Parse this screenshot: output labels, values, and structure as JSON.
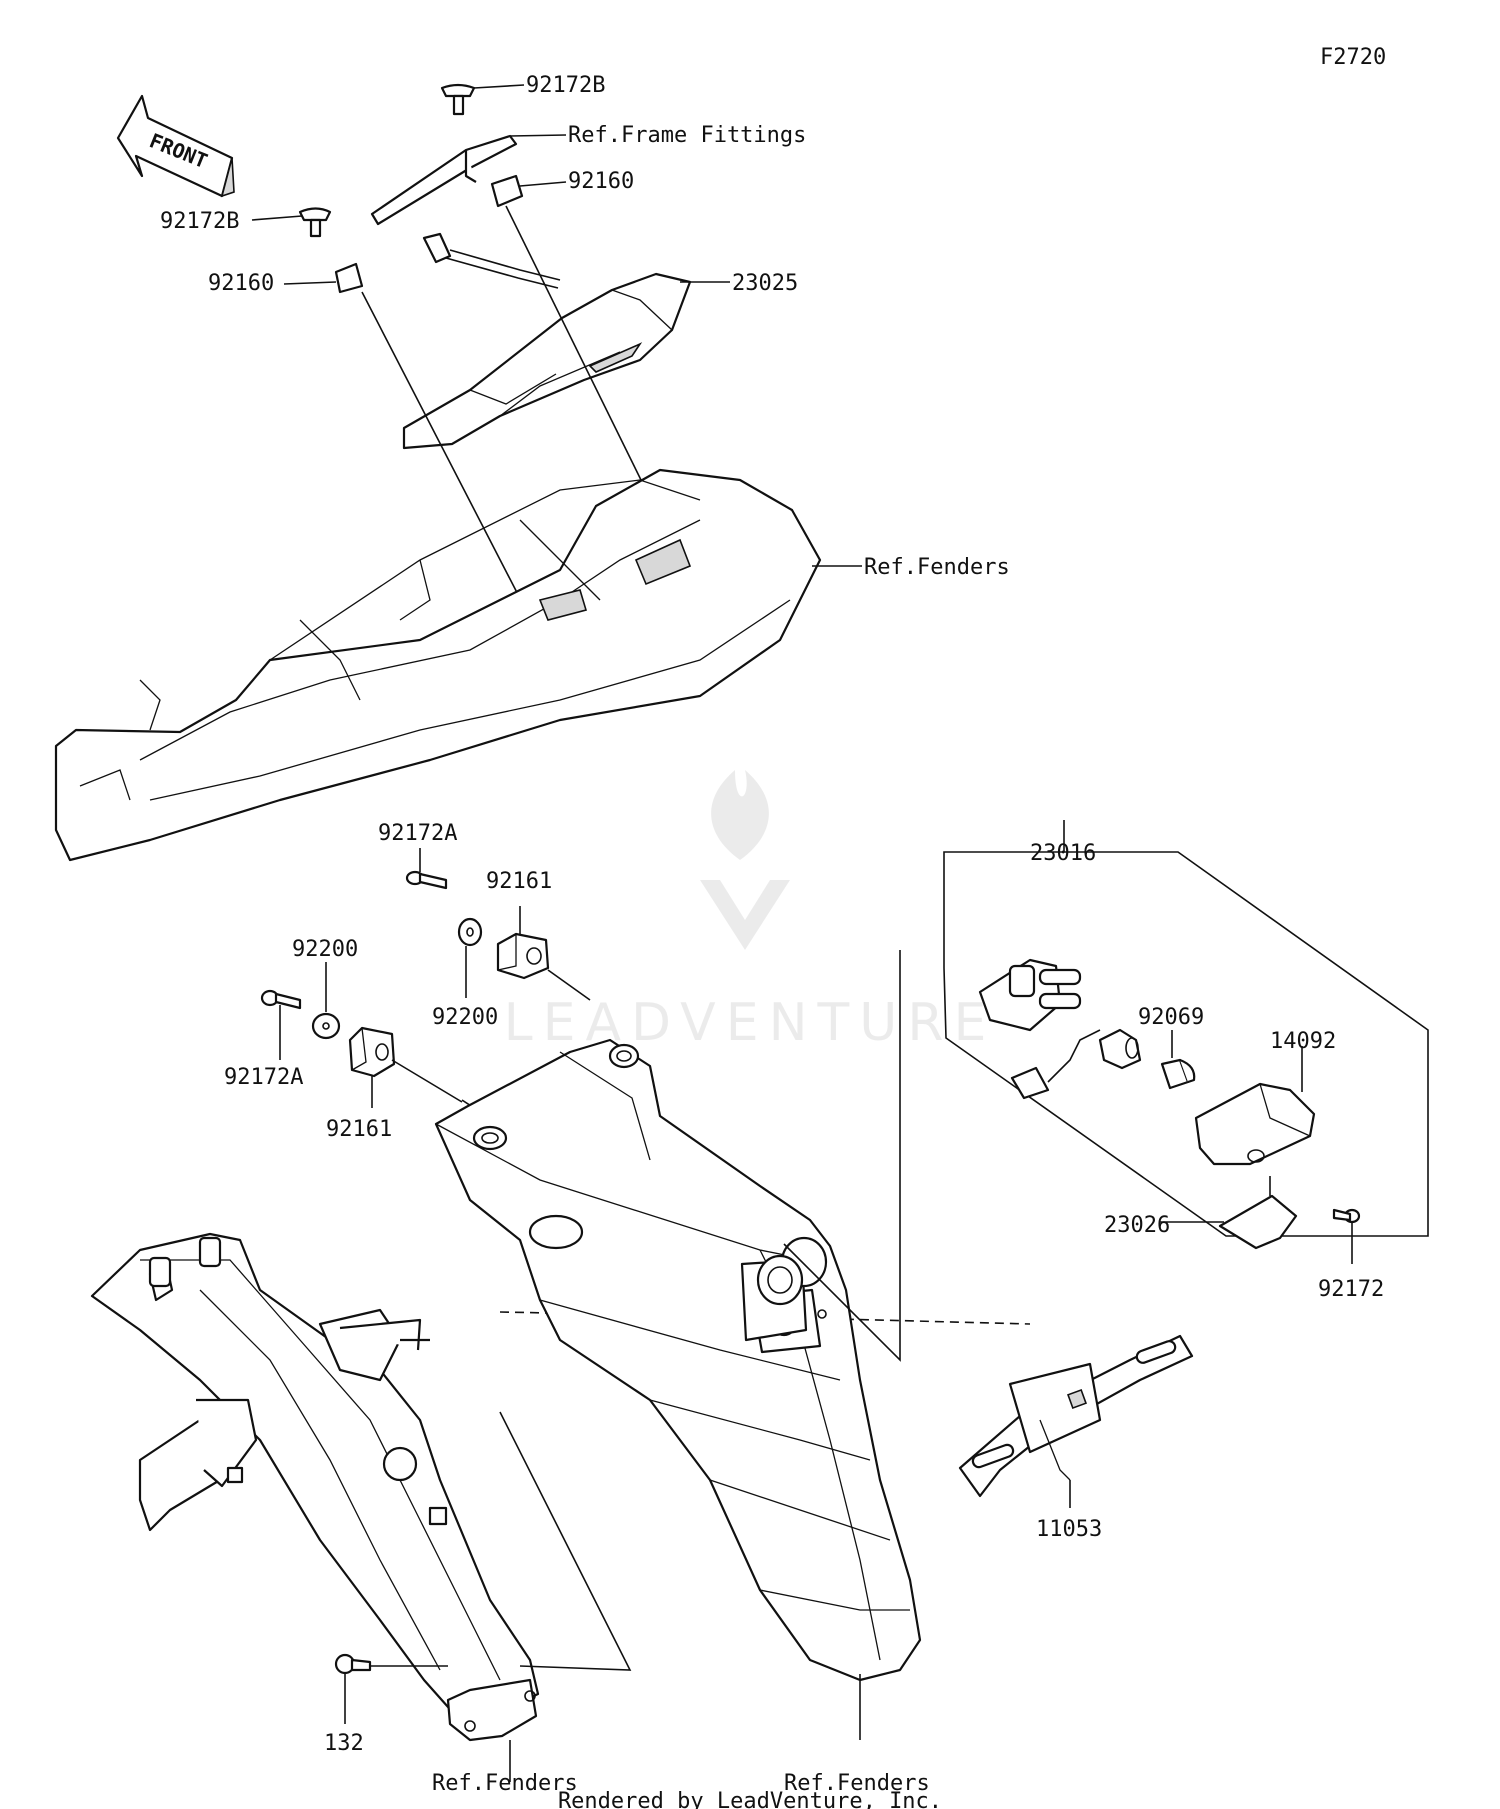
{
  "figure_code": "F2720",
  "front_arrow_label": "FRONT",
  "watermark": "LEADVENTURE",
  "footer": "Rendered by LeadVenture, Inc.",
  "labels": {
    "p92172b_top": "92172B",
    "ref_frame_fittings": "Ref.Frame Fittings",
    "p92160_right": "92160",
    "p92172b_left": "92172B",
    "p92160_left": "92160",
    "p23025": "23025",
    "ref_fenders_upper": "Ref.Fenders",
    "p92172a_top": "92172A",
    "p92161_top": "92161",
    "p92200_left": "92200",
    "p92200_mid": "92200",
    "p92172a_left": "92172A",
    "p92161_lower": "92161",
    "p23016": "23016",
    "p92069": "92069",
    "p14092": "14092",
    "p23026": "23026",
    "p92172": "92172",
    "p11053": "11053",
    "p132": "132",
    "ref_fenders_bottom_left": "Ref.Fenders",
    "ref_fenders_bottom_right": "Ref.Fenders"
  }
}
